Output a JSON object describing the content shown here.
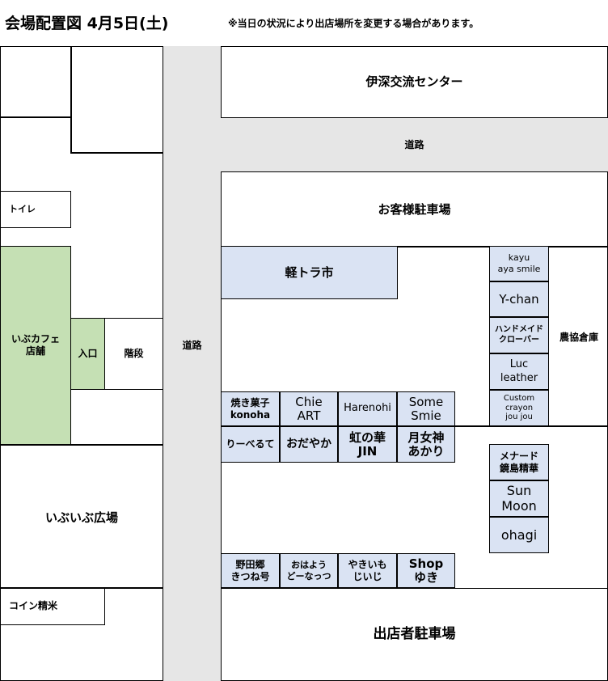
{
  "title": "会場配置図 4月5日(土)",
  "note": "※当日の状況により出店場所を変更する場合があります。",
  "left_areas": {
    "toilet": "トイレ",
    "cafe": "いぶカフェ\n店舗",
    "entrance": "入口",
    "stairs": "階段",
    "plaza": "いぶいぶ広場",
    "coin_rice": "コイン精米"
  },
  "roads": {
    "vertical": "道路",
    "horizontal": "道路"
  },
  "buildings": {
    "center": "伊深交流センター",
    "customer_parking": "お客様駐車場",
    "warehouse": "農協倉庫",
    "vendor_parking": "出店者駐車場"
  },
  "stalls": {
    "kei_tora": "軽トラ市",
    "kayu": "kayu\naya smile",
    "ychan": "Y-chan",
    "handmade": "ハンドメイド\nクローバー",
    "luc": "Luc\nleather",
    "custom": "Custom\ncrayon\njou jou",
    "yakigashi": "焼き菓子\nkonoha",
    "chie": "Chie\nART",
    "harenohi": "Harenohi",
    "some": "Some\nSmie",
    "ribeurute": "りーべるて",
    "odayaka": "おだやか",
    "niji": "虹の華\nJIN",
    "tsuki": "月女神\nあかり",
    "menard": "メナード\n鏡島精華",
    "sunmoon": "Sun\nMoon",
    "ohagi": "ohagi",
    "noda": "野田郷\nきつね号",
    "ohayou": "おはよう\nどーなっつ",
    "yakiimo": "やきいも\nじいじ",
    "shop": "Shop\nゆき"
  }
}
